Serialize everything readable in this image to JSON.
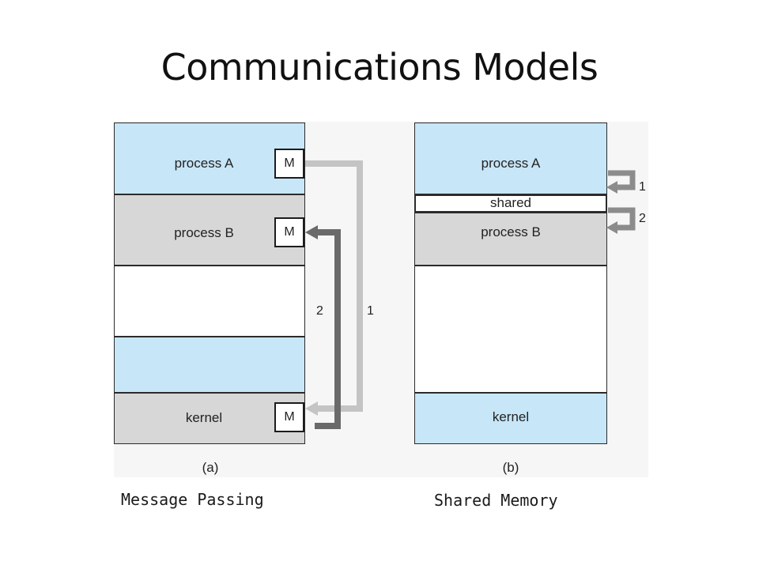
{
  "title": "Communications Models",
  "diagram_a": {
    "sublabel": "(a)",
    "caption": "Message Passing",
    "process_a": "process A",
    "process_b": "process B",
    "kernel": "kernel",
    "message_label": "M",
    "arrow_1_label": "1",
    "arrow_2_label": "2"
  },
  "diagram_b": {
    "sublabel": "(b)",
    "caption": "Shared Memory",
    "process_a": "process A",
    "shared": "shared",
    "process_b": "process B",
    "kernel": "kernel",
    "arrow_1_label": "1",
    "arrow_2_label": "2"
  },
  "colors": {
    "process_blue": "#c7e6f8",
    "process_gray": "#d7d7d7",
    "arrow_light": "#c4c4c4",
    "arrow_dark": "#6a6a6a"
  }
}
